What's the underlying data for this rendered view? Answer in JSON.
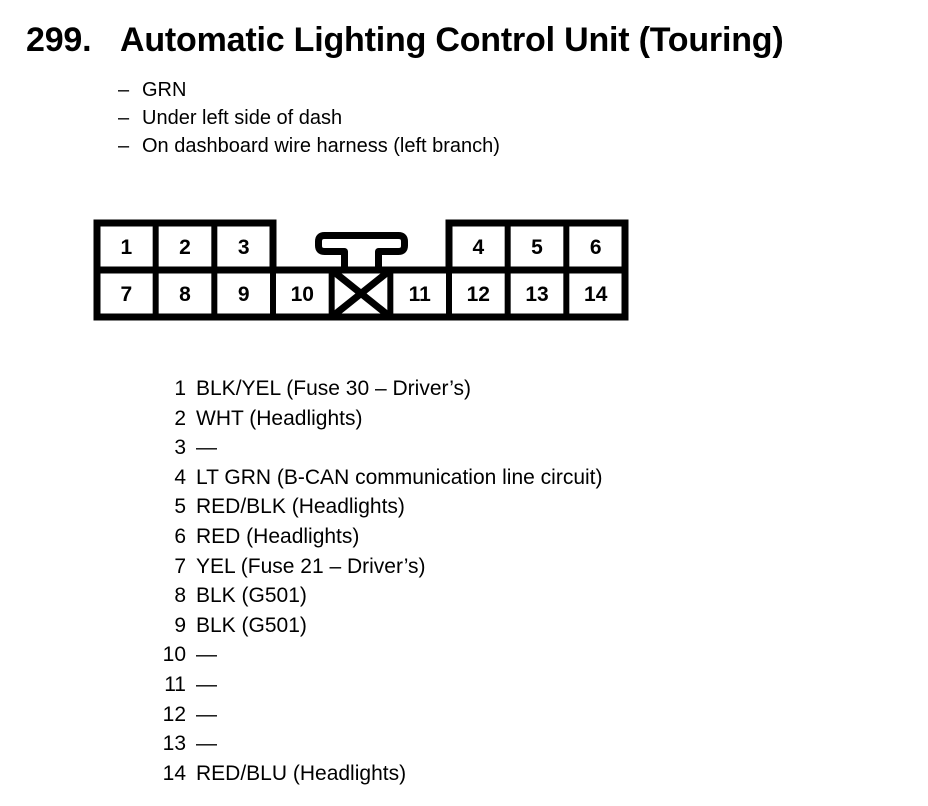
{
  "title": {
    "number": "299.",
    "text": "Automatic Lighting Control Unit (Touring)"
  },
  "location_notes": {
    "bullet_char": "–",
    "items": [
      "GRN",
      "Under left side of dash",
      "On dashboard wire harness (left branch)"
    ]
  },
  "connector": {
    "top_row": [
      "1",
      "2",
      "3",
      "4",
      "5",
      "6"
    ],
    "bottom_row": [
      "7",
      "8",
      "9",
      "10",
      "11",
      "12",
      "13",
      "14"
    ]
  },
  "pinout": {
    "rows": [
      {
        "pin": "1",
        "wire": "BLK/YEL (Fuse 30 – Driver’s)"
      },
      {
        "pin": "2",
        "wire": "WHT (Headlights)"
      },
      {
        "pin": "3",
        "wire": "—"
      },
      {
        "pin": "4",
        "wire": "LT GRN (B-CAN communication line circuit)"
      },
      {
        "pin": "5",
        "wire": "RED/BLK (Headlights)"
      },
      {
        "pin": "6",
        "wire": "RED (Headlights)"
      },
      {
        "pin": "7",
        "wire": "YEL (Fuse 21 – Driver’s)"
      },
      {
        "pin": "8",
        "wire": "BLK (G501)"
      },
      {
        "pin": "9",
        "wire": "BLK (G501)"
      },
      {
        "pin": "10",
        "wire": "—"
      },
      {
        "pin": "11",
        "wire": "—"
      },
      {
        "pin": "12",
        "wire": "—"
      },
      {
        "pin": "13",
        "wire": "—"
      },
      {
        "pin": "14",
        "wire": "RED/BLU (Headlights)"
      }
    ]
  },
  "colors": {
    "ink": "#000000",
    "paper": "#ffffff"
  }
}
